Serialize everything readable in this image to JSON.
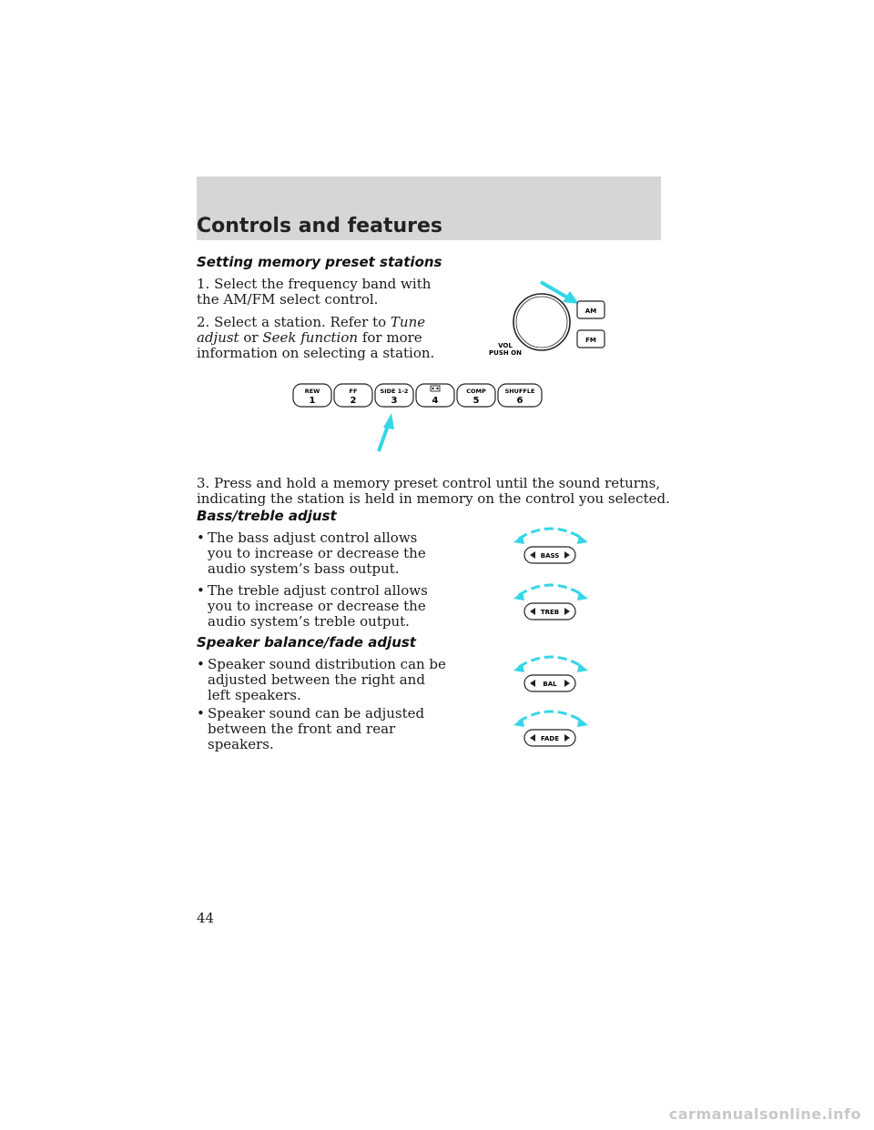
{
  "header": {
    "title": "Controls and features"
  },
  "sections": {
    "presets": {
      "heading": "Setting memory preset stations",
      "step1": [
        "1. Select the frequency band with",
        "the AM/FM select control."
      ],
      "step2": {
        "line1_prefix": "2. Select a station. Refer to",
        "line1_italic": "Tune",
        "line2_italic_a": "adjust",
        "line2_mid": "or",
        "line2_italic_b": "Seek function",
        "line2_suffix": "for more",
        "line3": "information on selecting a station."
      },
      "step3": [
        "3. Press and hold a memory preset control until the sound returns,",
        "indicating the station is held in memory on the control you selected."
      ]
    },
    "bass_treble": {
      "heading": "Bass/treble adjust",
      "bullets": [
        [
          "The bass adjust control allows",
          "you to increase or decrease the",
          "audio system’s bass output."
        ],
        [
          "The treble adjust control allows",
          "you to increase or decrease the",
          "audio system’s treble output."
        ]
      ]
    },
    "balance_fade": {
      "heading": "Speaker balance/fade adjust",
      "bullets": [
        [
          "Speaker sound distribution can be",
          "adjusted between the right and",
          "left speakers."
        ],
        [
          "Speaker sound can be adjusted",
          "between the front and rear",
          "speakers."
        ]
      ]
    }
  },
  "bullet_char": "•",
  "radio_diagram": {
    "vol_label": [
      "VOL",
      "PUSH ON"
    ],
    "band_buttons": [
      "AM",
      "FM"
    ],
    "preset_buttons": [
      {
        "top": "REW",
        "num": "1"
      },
      {
        "top": "FF",
        "num": "2"
      },
      {
        "top": "SIDE 1-2",
        "num": "3"
      },
      {
        "top": "",
        "num": "4",
        "icon": "tape-icon"
      },
      {
        "top": "COMP",
        "num": "5"
      },
      {
        "top": "SHUFFLE",
        "num": "6"
      }
    ],
    "arrow_color": "#35d6e6"
  },
  "tone_controls": [
    "BASS",
    "TREB",
    "BAL",
    "FADE"
  ],
  "arc_color": "#35d6e6",
  "page_number": "44",
  "watermark": "carmanualsonline.info"
}
